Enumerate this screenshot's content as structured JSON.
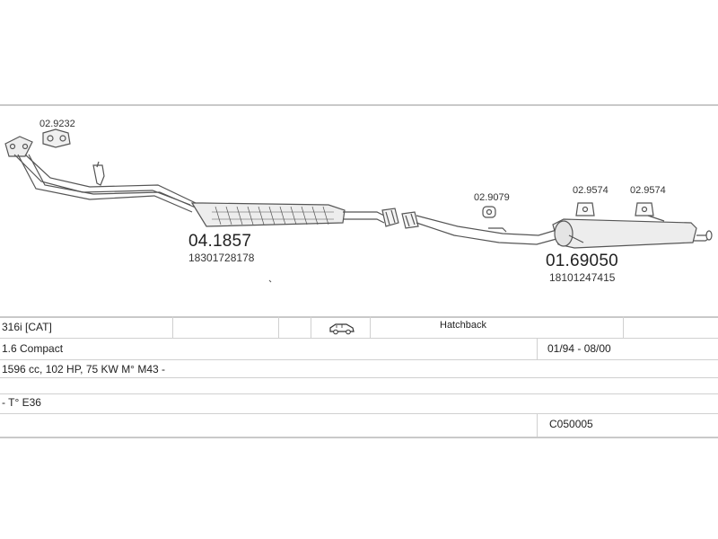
{
  "parts": {
    "gasket_code": "02.9232",
    "front_pipe_code": "04.1857",
    "front_pipe_oe": "18301728178",
    "hanger_1_code": "02.9079",
    "hanger_2_code": "02.9574",
    "hanger_3_code": "02.9574",
    "rear_silencer_code": "01.69050",
    "rear_silencer_oe": "18101247415"
  },
  "table": {
    "row1": {
      "model": "316i  [CAT]",
      "body": "Hatchback"
    },
    "row2": {
      "version": "1.6 Compact",
      "years": "01/94 - 08/00"
    },
    "row3": {
      "engine": "1596 cc, 102 HP, 75 KW M° M43 -"
    },
    "row4": {
      "type": "- T° E36"
    },
    "row5": {
      "catalog_code": "C050005"
    }
  },
  "icons": {
    "body_icon": "car-hatchback-icon"
  }
}
